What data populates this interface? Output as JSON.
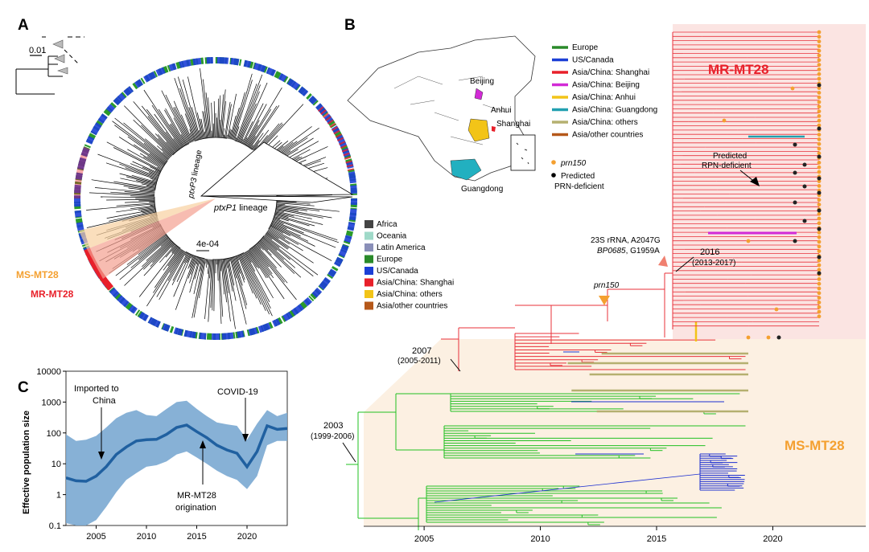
{
  "panels": {
    "a": "A",
    "b": "B",
    "c": "C"
  },
  "panel_a": {
    "scale_top": "0.01",
    "scale_inner": "4e-04",
    "ptxp3_label": "ptxP3 lineage",
    "ptxp1_label": "ptxP1 lineage",
    "ptxp1_suffix": "lineage",
    "ptxp1_gene": "ptxP1",
    "ptxp3_gene": "ptxP3",
    "ptxp3_suffix": "lineage",
    "ms_mt28": "MS-MT28",
    "mr_mt28": "MR-MT28",
    "legend": [
      {
        "label": "Africa",
        "color": "#444444"
      },
      {
        "label": "Oceania",
        "color": "#9fd9c8"
      },
      {
        "label": "Latin America",
        "color": "#8a8fb8"
      },
      {
        "label": "Europe",
        "color": "#2a8a2a"
      },
      {
        "label": "US/Canada",
        "color": "#1c3fd6"
      },
      {
        "label": "Asia/China: Shanghai",
        "color": "#e8202a"
      },
      {
        "label": "Asia/China: others",
        "color": "#f2c418"
      },
      {
        "label": "Asia/other countries",
        "color": "#b5581a"
      }
    ]
  },
  "panel_b": {
    "map_labels": {
      "beijing": "Beijing",
      "anhui": "Anhui",
      "shanghai": "Shanghai",
      "guangdong": "Guangdong"
    },
    "legend": [
      {
        "label": "Europe",
        "color": "#2a8a2a"
      },
      {
        "label": "US/Canada",
        "color": "#1c3fd6"
      },
      {
        "label": "Asia/China: Shanghai",
        "color": "#e8202a"
      },
      {
        "label": "Asia/China: Beijing",
        "color": "#d22ad6"
      },
      {
        "label": "Asia/China: Anhui",
        "color": "#f2c418"
      },
      {
        "label": "Asia/China: Guangdong",
        "color": "#22a0b0"
      },
      {
        "label": "Asia/China: others",
        "color": "#b5b070"
      },
      {
        "label": "Asia/other countries",
        "color": "#b5581a"
      }
    ],
    "prn150_legend": "prn150",
    "prn_deficient_legend_1": "Predicted",
    "prn_deficient_legend_2": "PRN-deficient",
    "mr_title": "MR-MT28",
    "ms_title": "MS-MT28",
    "rpn_1": "Predicted",
    "rpn_2": "RPN-deficient",
    "rrna_1": "23S rRNA, A2047G",
    "rrna_2_gene": "BP0685",
    "rrna_2_rest": ", G1959A",
    "node_2016": "2016",
    "node_2016_ci": "(2013-2017)",
    "prn150_arrow": "prn150",
    "node_2007": "2007",
    "node_2007_ci": "(2005-2011)",
    "node_2003": "2003",
    "node_2003_ci": "(1999-2006)",
    "x_ticks": [
      "2005",
      "2010",
      "2015",
      "2020"
    ]
  },
  "panel_c": {
    "ylabel": "Effective population size",
    "y_ticks": [
      "10000",
      "1000",
      "100",
      "10",
      "1",
      "0.1"
    ],
    "x_ticks": [
      "2005",
      "2010",
      "2015",
      "2020"
    ],
    "ann_imported_1": "Imported to",
    "ann_imported_2": "China",
    "ann_covid": "COVID-19",
    "ann_mr_1": "MR-MT28",
    "ann_mr_2": "origination"
  },
  "chart_data": {
    "type": "area",
    "xlabel": "",
    "ylabel": "Effective population size",
    "yscale": "log",
    "xlim": [
      2002,
      2024
    ],
    "ylim": [
      0.1,
      10000
    ],
    "x": [
      2002,
      2003,
      2004,
      2005,
      2006,
      2007,
      2008,
      2009,
      2010,
      2011,
      2012,
      2013,
      2014,
      2015,
      2016,
      2017,
      2018,
      2019,
      2020,
      2021,
      2022,
      2023,
      2024
    ],
    "series": [
      {
        "values": [
          3.5,
          2.8,
          2.7,
          4,
          8,
          20,
          35,
          55,
          60,
          62,
          90,
          150,
          180,
          110,
          70,
          40,
          28,
          22,
          8,
          25,
          170,
          130,
          140
        ]
      }
    ],
    "band_upper": [
      90,
      55,
      60,
      80,
      150,
      300,
      450,
      550,
      380,
      350,
      600,
      1000,
      1100,
      600,
      350,
      220,
      190,
      170,
      60,
      200,
      550,
      350,
      450
    ],
    "band_lower": [
      0.12,
      0.1,
      0.1,
      0.15,
      0.4,
      1.2,
      3,
      5,
      8,
      9,
      12,
      20,
      25,
      16,
      10,
      6,
      4,
      3,
      1.5,
      4,
      40,
      55,
      55
    ]
  }
}
